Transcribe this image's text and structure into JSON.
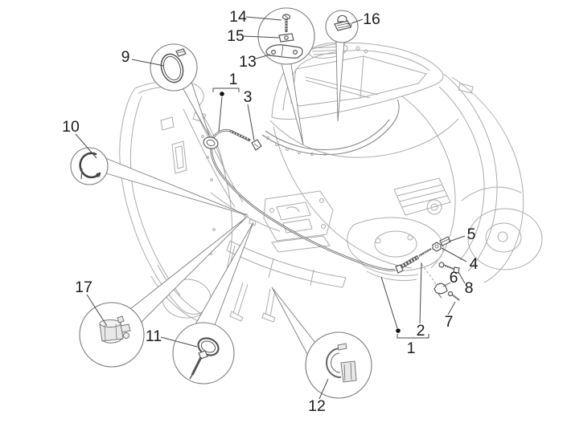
{
  "figure": {
    "background_color": "#ffffff",
    "artwork_color": "#ababab",
    "callout_line_color": "#4a4a4a",
    "label_color": "#1c1c1c",
    "cable_color": "#5f5f5f"
  },
  "callouts": {
    "c9": "9",
    "c10": "10",
    "c14": "14",
    "c15": "15",
    "c13": "13",
    "c16": "16",
    "c1_top": "1",
    "c3": "3",
    "c5": "5",
    "c4": "4",
    "c6": "6",
    "c8": "8",
    "c7": "7",
    "c2": "2",
    "c1_bottom": "1",
    "c17": "17",
    "c11": "11",
    "c12": "12"
  },
  "glyphs": {
    "c9": "clamp-ring",
    "c10": "hook-clip",
    "c14": "screw",
    "c15": "washer-plate",
    "c13": "support-bracket",
    "c16": "cable-clip",
    "c17": "band-clamp",
    "c11": "cable-tie",
    "c12": "cable-guide-clamp",
    "c3": "cable-end-cap",
    "c5": "sleeve",
    "c4": "nut",
    "c6": "clamp",
    "c8": "bolt",
    "c7": "screw",
    "c2": "cable-adjuster",
    "c1": "transmission-cable"
  }
}
